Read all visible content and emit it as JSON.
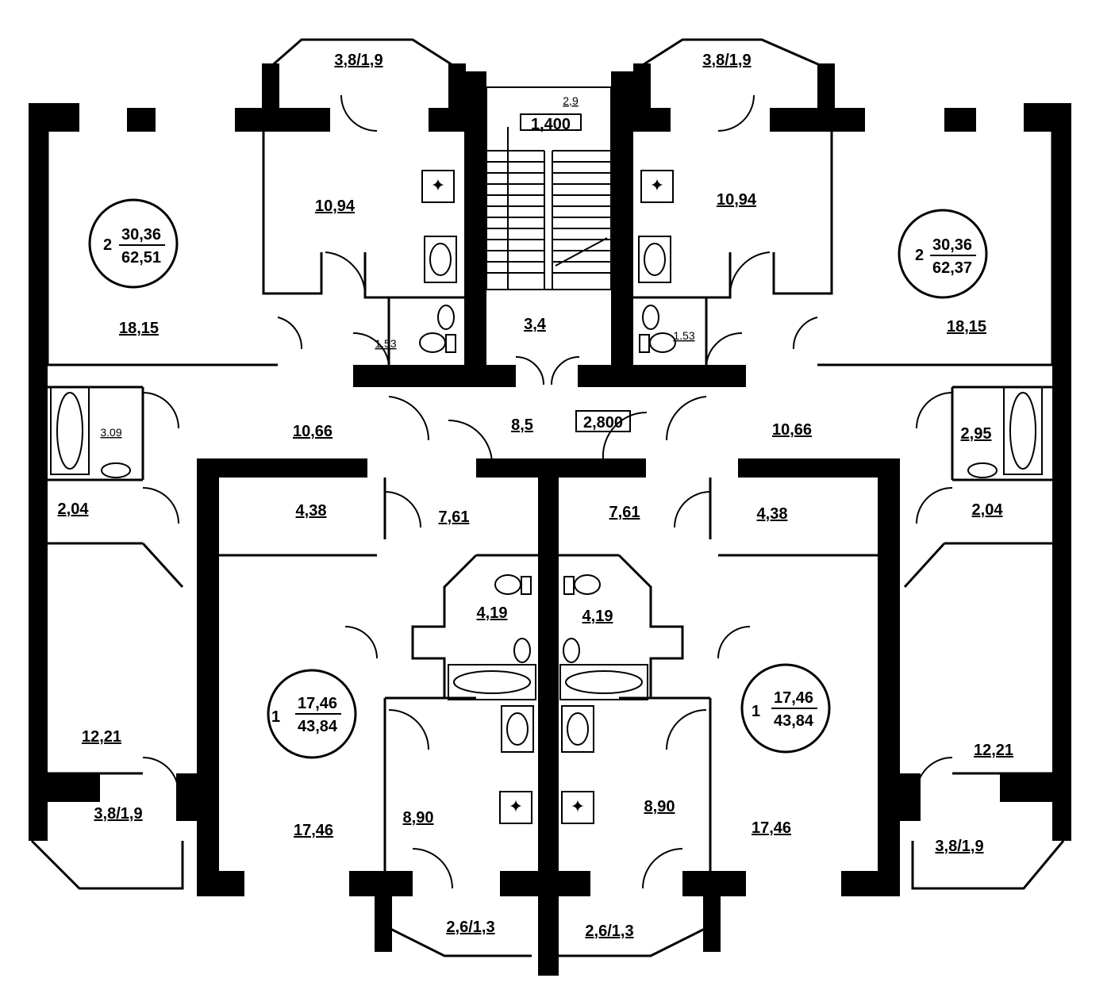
{
  "plan": {
    "balconies": {
      "top_left": "3,8/1,9",
      "top_right": "3,8/1,9",
      "bottom_left": "3,8/1,9",
      "bottom_right": "3,8/1,9",
      "bottom_center_left": "2,6/1,3",
      "bottom_center_right": "2,6/1,3"
    },
    "stair": {
      "top_dim": "2,9",
      "span_label": "1,400",
      "landing_area": "3,4",
      "lobby_area": "8,5",
      "lobby_dim": "2,800"
    },
    "apartments": {
      "top_left": {
        "rooms_count": "2",
        "living_area": "30,36",
        "total_area": "62,51",
        "kitchen": "10,94",
        "bedroom": "18,15",
        "wc": "1.53",
        "hall": "10,66",
        "bath": "3.09",
        "closet": "2,04",
        "room2": "12,21"
      },
      "top_right": {
        "rooms_count": "2",
        "living_area": "30,36",
        "total_area": "62,37",
        "kitchen": "10,94",
        "bedroom": "18,15",
        "wc": "1.53",
        "hall": "10,66",
        "bath": "2,95",
        "closet": "2,04",
        "room2": "12,21"
      },
      "bottom_left": {
        "rooms_count": "1",
        "living_area": "17,46",
        "total_area": "43,84",
        "storage": "4,38",
        "hall": "7,61",
        "bathroom": "4,19",
        "room": "17,46",
        "kitchen": "8,90"
      },
      "bottom_right": {
        "rooms_count": "1",
        "living_area": "17,46",
        "total_area": "43,84",
        "storage": "4,38",
        "hall": "7,61",
        "bathroom": "4,19",
        "room": "17,46",
        "kitchen": "8,90"
      }
    }
  }
}
